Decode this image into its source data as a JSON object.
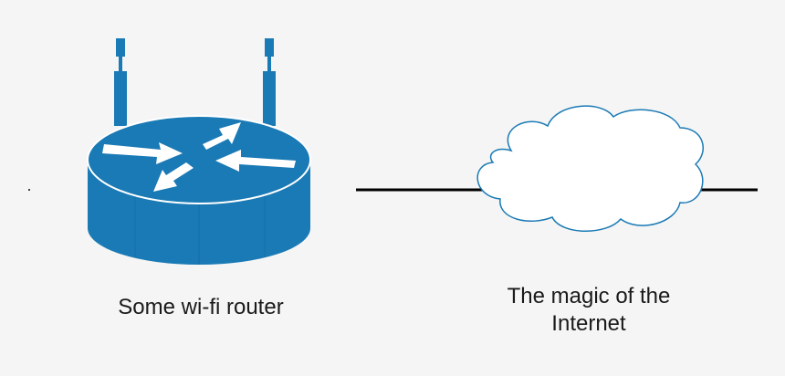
{
  "router": {
    "label": "Some wi-fi router",
    "color": "#1a7ab5",
    "arrow_color": "#ffffff",
    "icon": "router-icon"
  },
  "cloud": {
    "label_line1": "The magic of the",
    "label_line2": "Internet",
    "fill": "#ffffff",
    "stroke": "#1a7ab5",
    "icon": "cloud-icon"
  },
  "connection": {
    "color": "#000000"
  },
  "background": "#f5f5f5"
}
